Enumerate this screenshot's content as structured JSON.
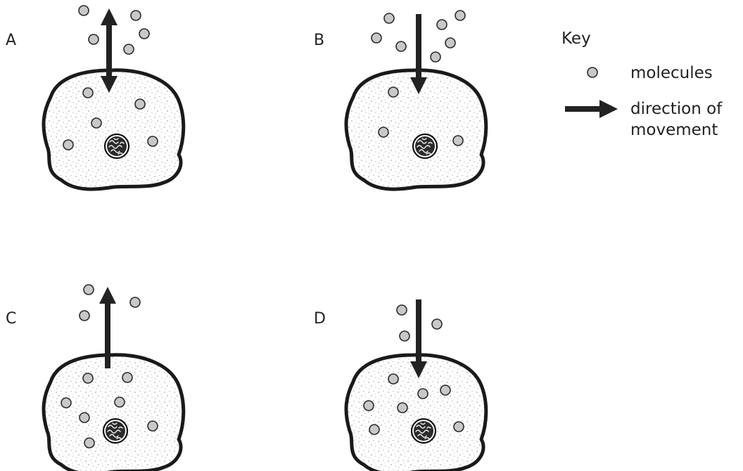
{
  "panels": [
    {
      "id": "A",
      "label": "A"
    },
    {
      "id": "B",
      "label": "B"
    },
    {
      "id": "C",
      "label": "C"
    },
    {
      "id": "D",
      "label": "D"
    }
  ],
  "key": {
    "title": "Key",
    "molecules_label": "molecules",
    "direction_label_line1": "direction of",
    "direction_label_line2": "movement"
  }
}
